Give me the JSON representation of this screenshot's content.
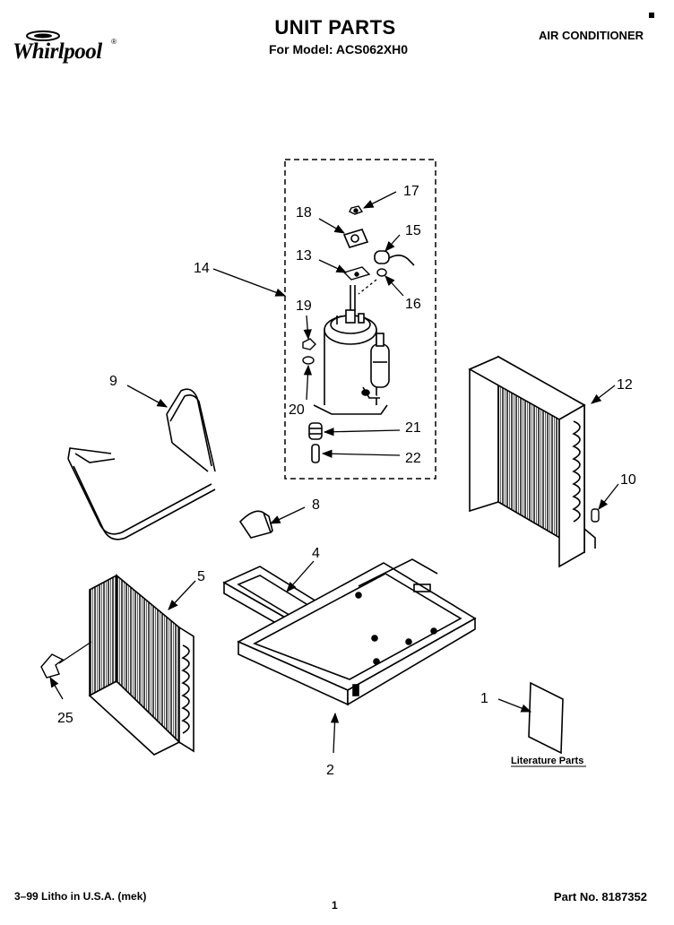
{
  "header": {
    "brand": "Whirlpool",
    "title": "UNIT PARTS",
    "model": "For Model: ACS062XH0",
    "product": "AIR CONDITIONER"
  },
  "callouts": [
    {
      "id": "c1",
      "text": "1"
    },
    {
      "id": "c2",
      "text": "2"
    },
    {
      "id": "c4",
      "text": "4"
    },
    {
      "id": "c5",
      "text": "5"
    },
    {
      "id": "c8",
      "text": "8"
    },
    {
      "id": "c9",
      "text": "9"
    },
    {
      "id": "c10",
      "text": "10"
    },
    {
      "id": "c12",
      "text": "12"
    },
    {
      "id": "c13",
      "text": "13"
    },
    {
      "id": "c14",
      "text": "14"
    },
    {
      "id": "c15",
      "text": "15"
    },
    {
      "id": "c16",
      "text": "16"
    },
    {
      "id": "c17",
      "text": "17"
    },
    {
      "id": "c18",
      "text": "18"
    },
    {
      "id": "c19",
      "text": "19"
    },
    {
      "id": "c20",
      "text": "20"
    },
    {
      "id": "c21",
      "text": "21"
    },
    {
      "id": "c22",
      "text": "22"
    },
    {
      "id": "c25",
      "text": "25"
    }
  ],
  "literature_label": "Literature Parts",
  "footer": {
    "left": "3–99 Litho in U.S.A. (mek)",
    "center": "1",
    "right": "Part No. 8187352"
  }
}
